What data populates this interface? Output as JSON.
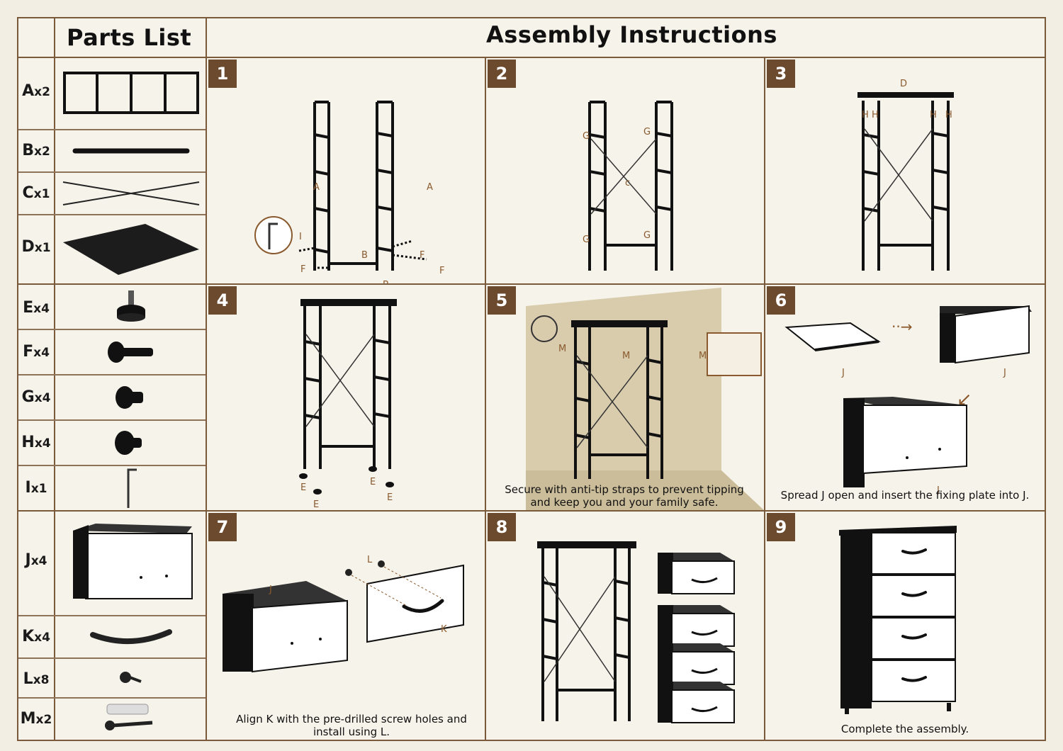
{
  "header": {
    "parts_title": "Parts List",
    "assembly_title": "Assembly Instructions"
  },
  "parts": [
    {
      "letter": "A",
      "count": "x2",
      "icon": "ladder-frame-icon"
    },
    {
      "letter": "B",
      "count": "x2",
      "icon": "rod-icon"
    },
    {
      "letter": "C",
      "count": "x1",
      "icon": "cross-brace-icon"
    },
    {
      "letter": "D",
      "count": "x1",
      "icon": "top-board-icon"
    },
    {
      "letter": "E",
      "count": "x4",
      "icon": "leveling-foot-icon"
    },
    {
      "letter": "F",
      "count": "x4",
      "icon": "long-bolt-icon"
    },
    {
      "letter": "G",
      "count": "x4",
      "icon": "short-bolt-icon"
    },
    {
      "letter": "H",
      "count": "x4",
      "icon": "screw-icon"
    },
    {
      "letter": "I",
      "count": "x1",
      "icon": "allen-key-icon"
    },
    {
      "letter": "J",
      "count": "x4",
      "icon": "fabric-drawer-icon"
    },
    {
      "letter": "K",
      "count": "x4",
      "icon": "handle-icon"
    },
    {
      "letter": "L",
      "count": "x8",
      "icon": "small-screw-icon"
    },
    {
      "letter": "M",
      "count": "x2",
      "icon": "anchor-screw-icon"
    }
  ],
  "steps": [
    {
      "number": "1",
      "labels": {
        "a": "A",
        "b": "B",
        "f": "F",
        "i": "I"
      }
    },
    {
      "number": "2",
      "labels": {
        "g": "G",
        "c": "c"
      }
    },
    {
      "number": "3",
      "labels": {
        "d": "D",
        "h": "H"
      }
    },
    {
      "number": "4",
      "labels": {
        "e": "E"
      }
    },
    {
      "number": "5",
      "labels": {
        "m": "M"
      },
      "caption": "Secure with anti-tip straps to prevent tipping and keep you and your family safe."
    },
    {
      "number": "6",
      "labels": {
        "j": "J"
      },
      "caption": "Spread J open and insert the fixing plate into J."
    },
    {
      "number": "7",
      "labels": {
        "j": "J",
        "l": "L",
        "k": "K"
      },
      "caption": "Align K with the pre-drilled screw holes and install using L."
    },
    {
      "number": "8"
    },
    {
      "number": "9",
      "caption": "Complete the assembly."
    }
  ],
  "colors": {
    "border": "#7b5a3c",
    "step_badge": "#6b4a2e",
    "label": "#8a5a2e",
    "background": "#f6f3ea"
  }
}
